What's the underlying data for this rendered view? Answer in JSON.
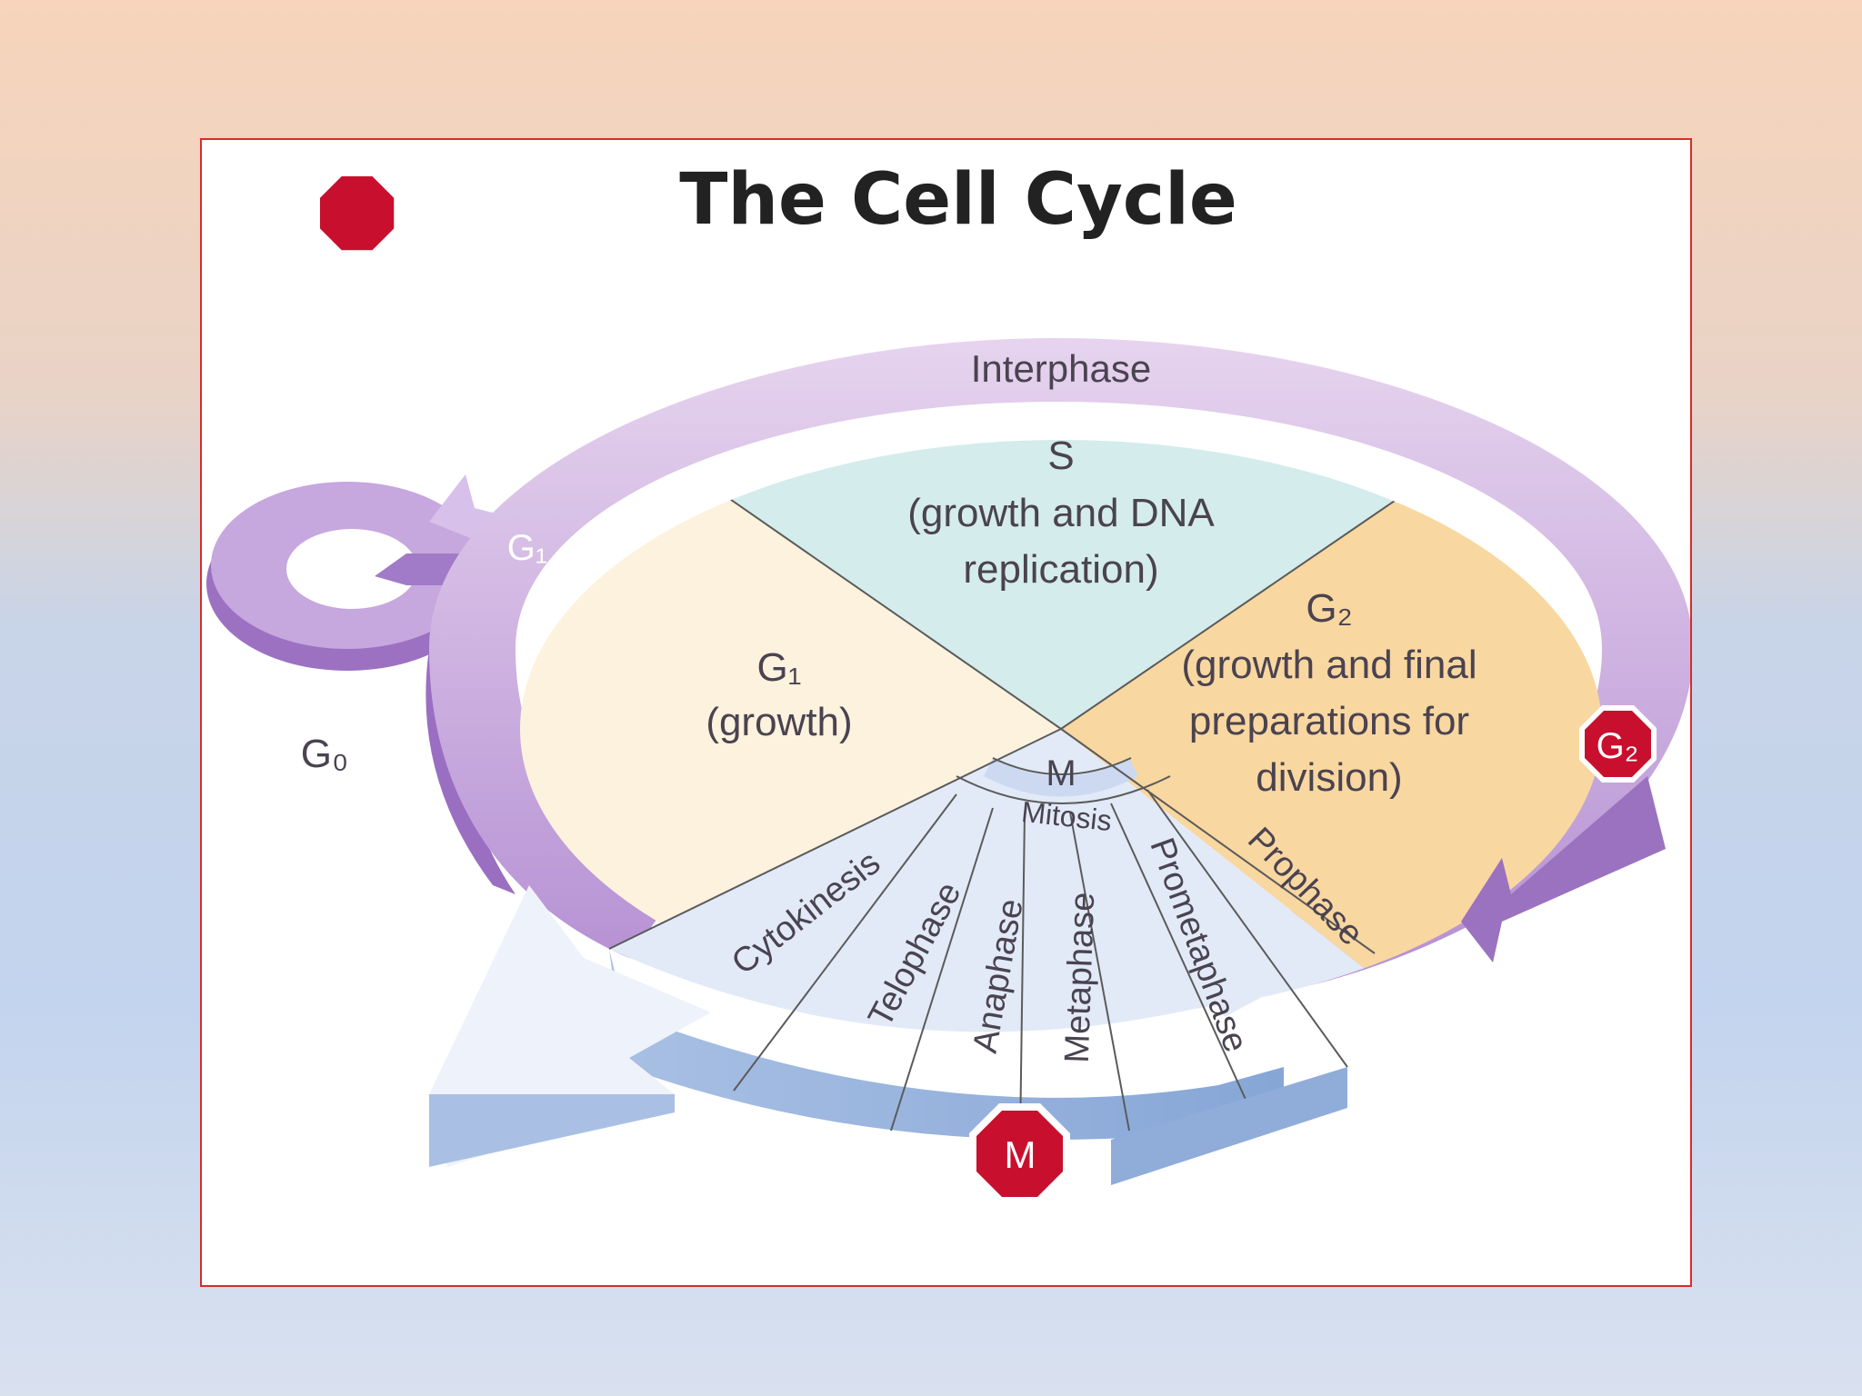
{
  "title": "The Cell Cycle",
  "ring_label": "Interphase",
  "g0_label": "G₀",
  "phases": {
    "s": {
      "name": "S",
      "desc_line1": "(growth and DNA",
      "desc_line2": "replication)"
    },
    "g1": {
      "name": "G₁",
      "desc": "(growth)"
    },
    "g2": {
      "name": "G₂",
      "desc_line1": "(growth and final",
      "desc_line2": "preparations for",
      "desc_line3": "division)"
    },
    "m": {
      "name": "M",
      "sub": "Mitosis"
    }
  },
  "mitosis_stages": [
    "Cytokinesis",
    "Telophase",
    "Anaphase",
    "Metaphase",
    "Prometaphase",
    "Prophase"
  ],
  "checkpoints": {
    "g1": "G₁",
    "g2": "G₂",
    "m": "M"
  },
  "colors": {
    "ring": "#c9a9dd",
    "ring_dark": "#9b72c0",
    "s_sector": "#d5ecec",
    "g1_sector": "#fdf2de",
    "g2_sector": "#f9d7a0",
    "m_sector": "#e2eaf8",
    "checkpoint": "#c8102e",
    "frame_border": "#d92b2b"
  }
}
